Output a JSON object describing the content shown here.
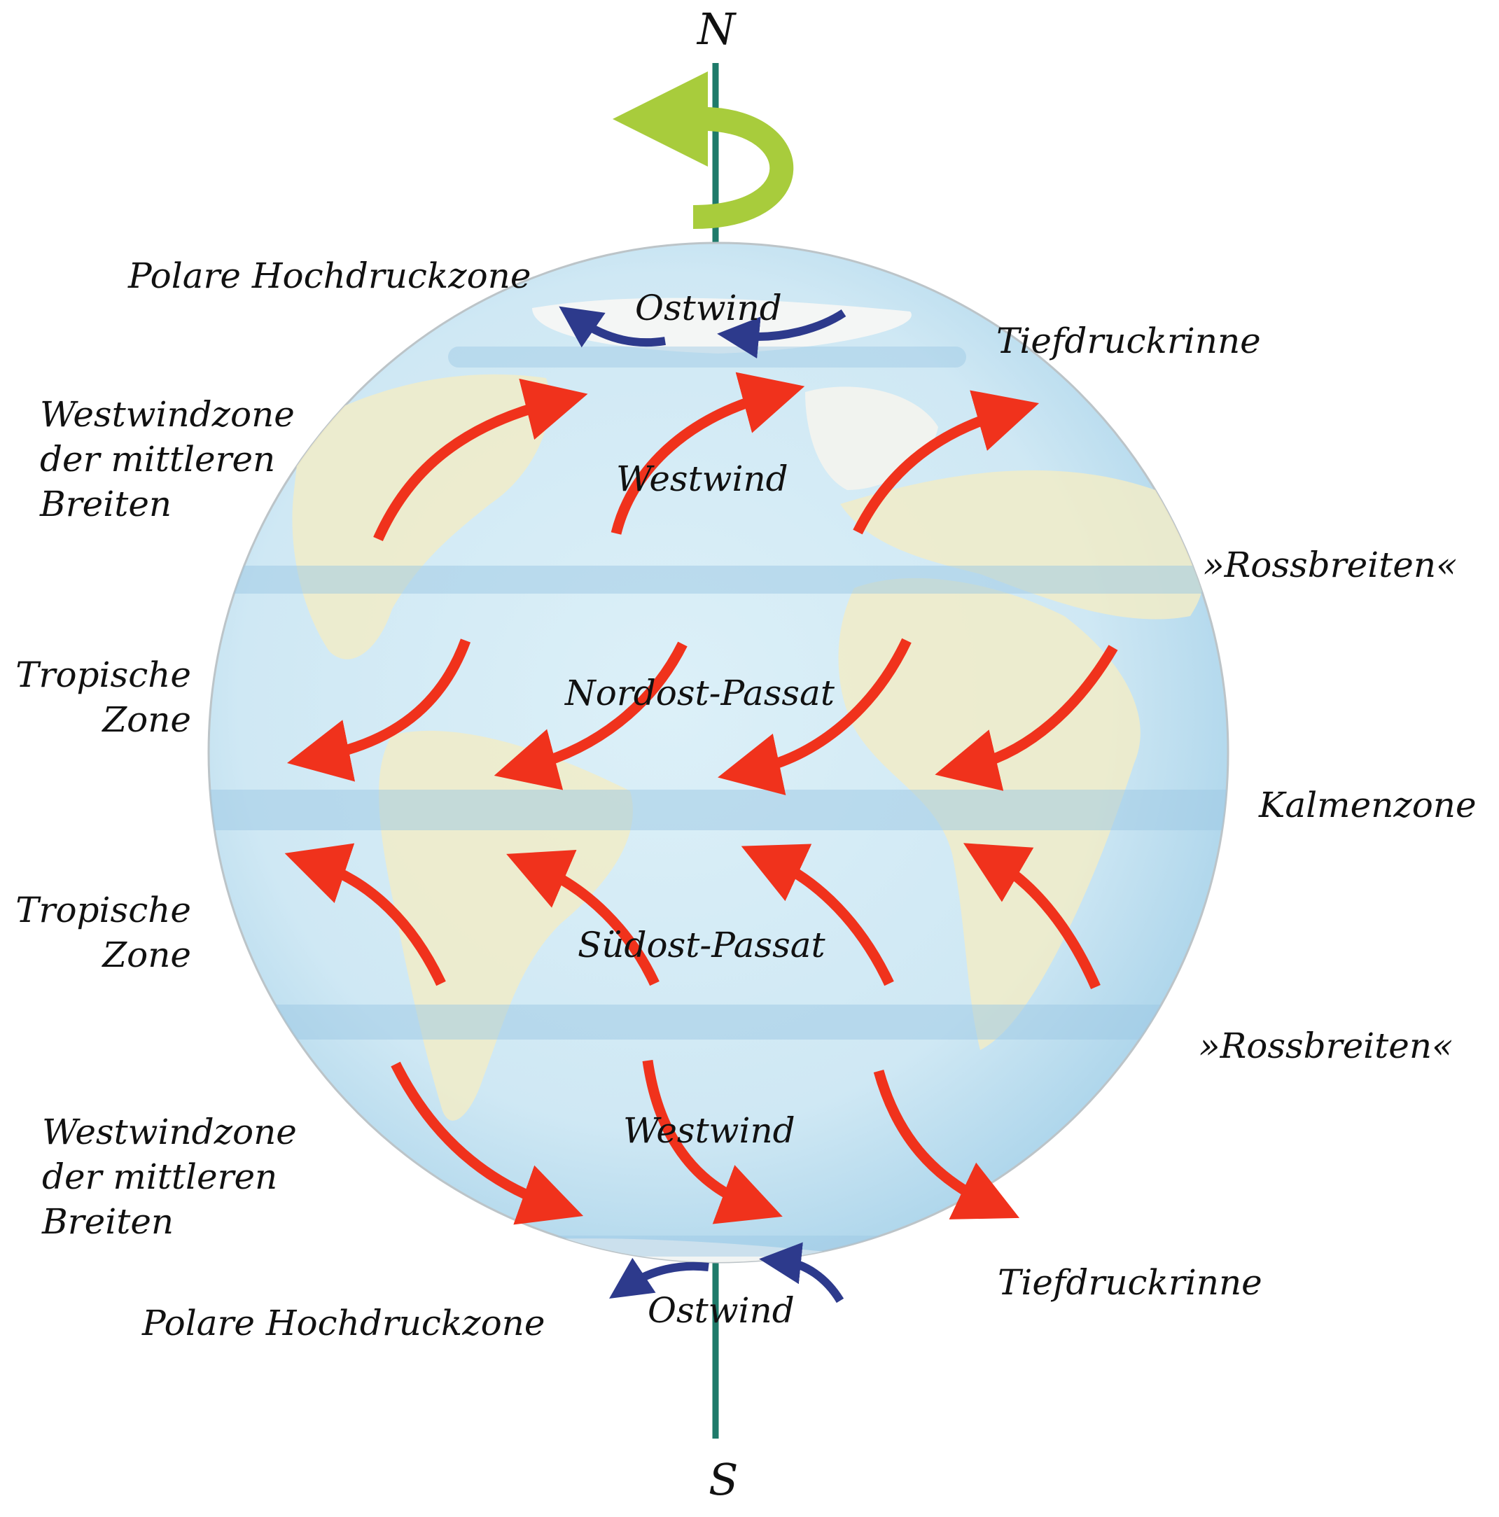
{
  "poles": {
    "north": "N",
    "south": "S"
  },
  "labels": {
    "polar_high_north": "Polare Hochdruckzone",
    "ostwind_north": "Ostwind",
    "tiefdruck_north": "Tiefdruckrinne",
    "westwindzone_north": [
      "Westwindzone",
      "der mittleren",
      "Breiten"
    ],
    "westwind_north": "Westwind",
    "rossbreiten_north": "»Rossbreiten«",
    "tropische_zone_north": [
      "Tropische",
      "Zone"
    ],
    "nordost_passat": "Nordost-Passat",
    "kalmenzone": "Kalmenzone",
    "tropische_zone_south": [
      "Tropische",
      "Zone"
    ],
    "suedost_passat": "Südost-Passat",
    "rossbreiten_south": "»Rossbreiten«",
    "westwindzone_south": [
      "Westwindzone",
      "der mittleren",
      "Breiten"
    ],
    "westwind_south": "Westwind",
    "tiefdruck_south": "Tiefdruckrinne",
    "polar_high_south": "Polare Hochdruckzone",
    "ostwind_south": "Ostwind"
  },
  "colors": {
    "ocean": "#cfe8f4",
    "ocean_edge": "#8cc4e2",
    "land": "#f1ecc8",
    "band": "#9cc8e4",
    "westerly_arrow": "#f0321c",
    "trade_arrow": "#f0321c",
    "polar_arrow": "#2d3a8c",
    "axis": "#1e7a6a",
    "rotation_arrow": "#a8cc3c"
  }
}
